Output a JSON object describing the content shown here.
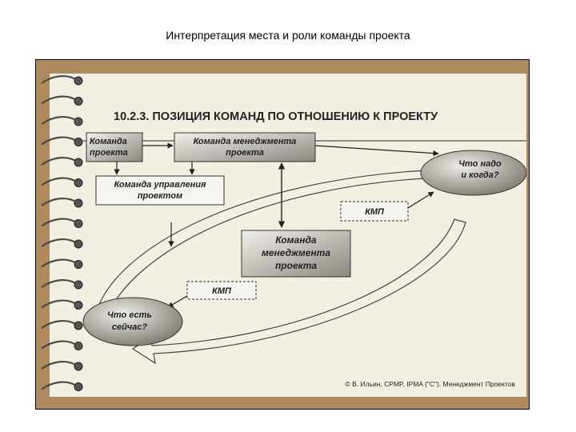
{
  "slide": {
    "title": "Интерпретация места и роли команды проекта"
  },
  "diagram": {
    "heading": "10.2.3. ПОЗИЦИЯ КОМАНД ПО ОТНОШЕНИЮ К ПРОЕКТУ",
    "project_team": [
      "Команда",
      "проекта"
    ],
    "mgmt_team_top": [
      "Команда менеджмента",
      "проекта"
    ],
    "control_team": [
      "Команда управления",
      "проектом"
    ],
    "mgmt_team_center": [
      "Команда",
      "менеджмента",
      "проекта"
    ],
    "what_needed": [
      "Что надо",
      "и когда?"
    ],
    "what_now": [
      "Что есть",
      "сейчас?"
    ],
    "kmp_upper": "КМП",
    "kmp_lower": "КМП",
    "copyright": "© В. Ильин, CPMP, IPMA (\"C\"). Менеджмент Проектов"
  },
  "colors": {
    "frame": "#b08a5f",
    "paper": "#f3efe2",
    "box_fill": "#d9d6cf",
    "box_dark": "#8f8c84",
    "ellipse_fill": "#cfcbc3",
    "text": "#222222"
  }
}
